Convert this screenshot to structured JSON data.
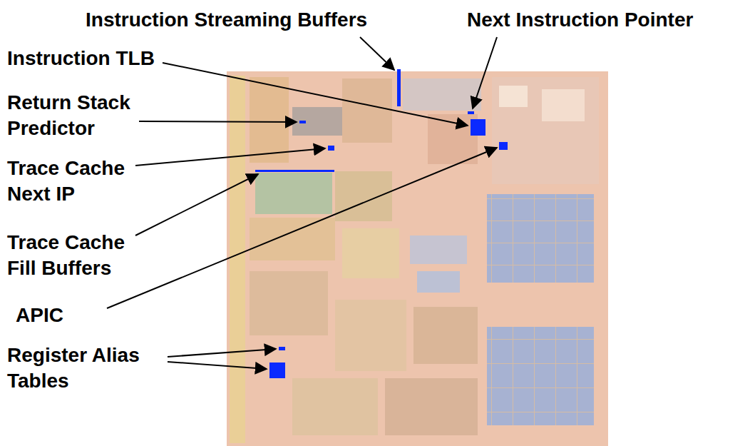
{
  "diagram": {
    "labels": [
      "Instruction Streaming Buffers",
      "Next Instruction Pointer",
      "Instruction TLB",
      "Return Stack Predictor",
      "Trace Cache Next IP",
      "Trace Cache Fill Buffers",
      "APIC",
      "Register Alias Tables"
    ]
  }
}
